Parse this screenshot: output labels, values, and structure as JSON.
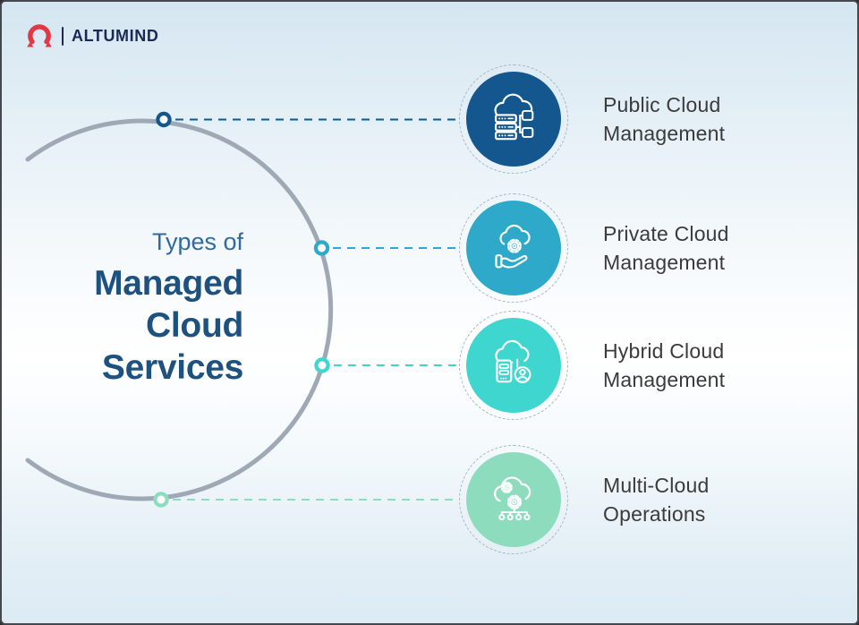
{
  "logo": {
    "brand": "ALTUMIND",
    "icon": "altumind-a-mark"
  },
  "title": {
    "pre": "Types of",
    "lines": [
      "Managed",
      "Cloud",
      "Services"
    ]
  },
  "items": [
    {
      "label_line1": "Public Cloud",
      "label_line2": "Management",
      "color": "#14578F",
      "icon": "public-cloud-servers-icon"
    },
    {
      "label_line1": "Private Cloud",
      "label_line2": "Management",
      "color": "#2EA9C9",
      "icon": "hand-holding-cloud-gear-icon"
    },
    {
      "label_line1": "Hybrid Cloud",
      "label_line2": "Management",
      "color": "#3ED6CF",
      "icon": "cloud-server-user-icon"
    },
    {
      "label_line1": "Multi-Cloud",
      "label_line2": "Operations",
      "color": "#8EDCBE",
      "icon": "cloud-gears-network-icon"
    }
  ],
  "colors": {
    "title_accent": "#2F6B9E",
    "title_main": "#1D5180",
    "label_text": "#3B3B3B",
    "arc": "#9FA9B6",
    "ring_dash": "#AAB6C2",
    "logo_navy": "#1B2A55",
    "logo_red": "#E23744",
    "background_top": "#D5E6F1",
    "background_middle": "#FFFFFF",
    "background_bottom": "#DCEBF4"
  }
}
